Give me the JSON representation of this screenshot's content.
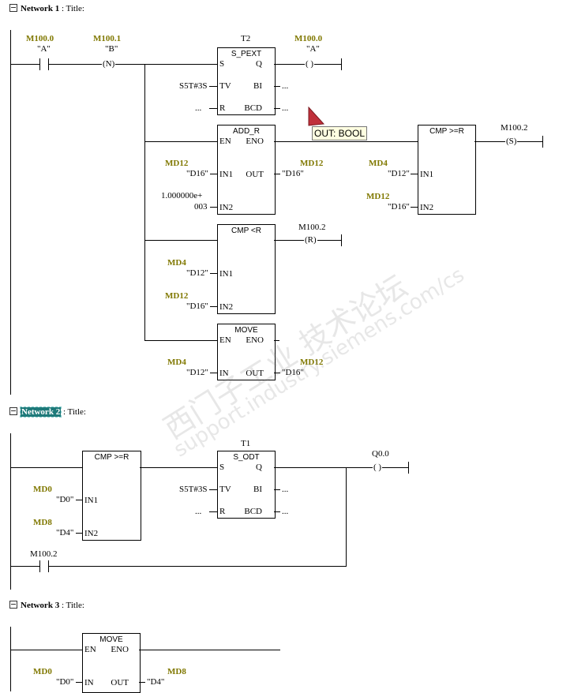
{
  "networks": [
    {
      "label": "Network",
      "number": "1",
      "title_label": "Title:",
      "contacts": [
        {
          "address": "M100.0",
          "symbol": "\"A\"",
          "type": "NO"
        },
        {
          "address": "M100.1",
          "symbol": "\"B\"",
          "coil": "(N)"
        }
      ],
      "timer": {
        "name": "T2",
        "type": "S_PEXT",
        "pins_left": [
          "S",
          "TV",
          "R"
        ],
        "pins_right": [
          "Q",
          "BI",
          "BCD"
        ],
        "tv": "S5T#3S",
        "r": "...",
        "bi": "...",
        "bcd": "..."
      },
      "timer_coil": {
        "address": "M100.0",
        "symbol": "\"A\"",
        "coil": "( )"
      },
      "add_r": {
        "type": "ADD_R",
        "en": "EN",
        "eno": "ENO",
        "in1_pin": "IN1",
        "in2_pin": "IN2",
        "out_pin": "OUT",
        "in1_addr": "MD12",
        "in1_sym": "\"D16\"",
        "in2_line1": "1.000000e+",
        "in2_line2": "003",
        "out_addr": "MD12",
        "out_sym": "\"D16\""
      },
      "cmp_ge": {
        "type": "CMP >=R",
        "in1_pin": "IN1",
        "in2_pin": "IN2",
        "in1_addr": "MD4",
        "in1_sym": "\"D12\"",
        "in2_addr": "MD12",
        "in2_sym": "\"D16\""
      },
      "set_coil": {
        "address": "M100.2",
        "coil": "(S)"
      },
      "cmp_lt": {
        "type": "CMP <R",
        "in1_pin": "IN1",
        "in2_pin": "IN2",
        "in1_addr": "MD4",
        "in1_sym": "\"D12\"",
        "in2_addr": "MD12",
        "in2_sym": "\"D16\""
      },
      "reset_coil": {
        "address": "M100.2",
        "coil": "(R)"
      },
      "move": {
        "type": "MOVE",
        "en": "EN",
        "eno": "ENO",
        "in_pin": "IN",
        "out_pin": "OUT",
        "in_addr": "MD4",
        "in_sym": "\"D12\"",
        "out_addr": "MD12",
        "out_sym": "\"D16\""
      }
    },
    {
      "label": "Network",
      "number": "2",
      "title_label": "Title:",
      "cmp_ge": {
        "type": "CMP >=R",
        "in1_pin": "IN1",
        "in2_pin": "IN2",
        "in1_addr": "MD0",
        "in1_sym": "\"D0\"",
        "in2_addr": "MD8",
        "in2_sym": "\"D4\""
      },
      "timer": {
        "name": "T1",
        "type": "S_ODT",
        "pins_left": [
          "S",
          "TV",
          "R"
        ],
        "pins_right": [
          "Q",
          "BI",
          "BCD"
        ],
        "tv": "S5T#3S",
        "r": "...",
        "bi": "...",
        "bcd": "..."
      },
      "output_coil": {
        "address": "Q0.0",
        "coil": "( )"
      },
      "parallel_contact": {
        "address": "M100.2"
      }
    },
    {
      "label": "Network",
      "number": "3",
      "title_label": "Title:",
      "move": {
        "type": "MOVE",
        "en": "EN",
        "eno": "ENO",
        "in_pin": "IN",
        "out_pin": "OUT",
        "in_addr": "MD0",
        "in_sym": "\"D0\"",
        "out_addr": "MD8",
        "out_sym": "\"D4\""
      }
    }
  ],
  "tooltip": {
    "text": "OUT: BOOL"
  },
  "watermark": {
    "line1": "西门子工业 技术论坛",
    "line2": "support.industry.siemens.com/cs"
  },
  "colors": {
    "address": "#807800",
    "highlight": "#1f7a7a",
    "tooltip_bg": "#ffffe1",
    "cursor": "#c0303a"
  }
}
